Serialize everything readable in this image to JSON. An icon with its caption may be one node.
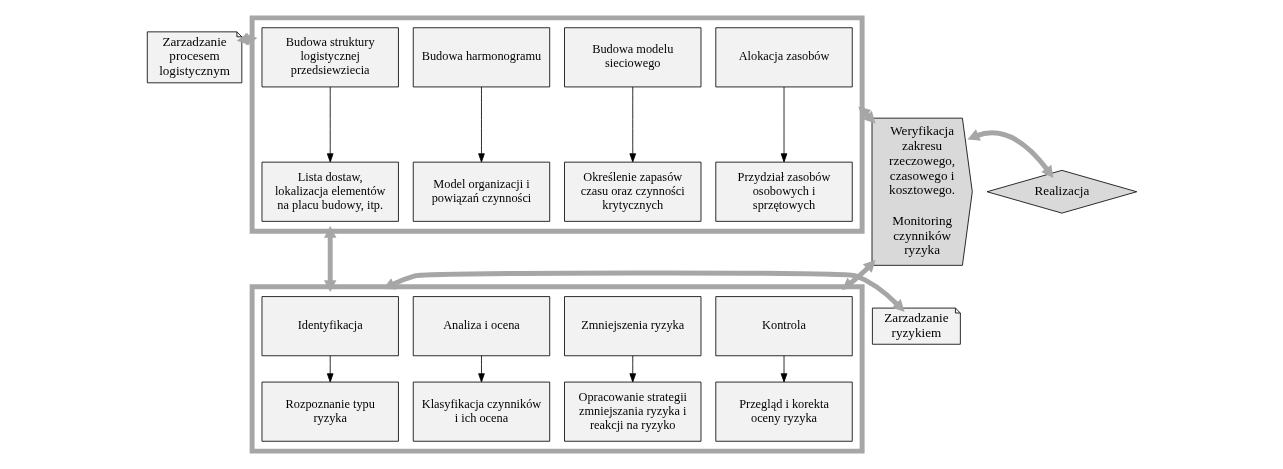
{
  "diagram": {
    "nodes": [
      {
        "text": [
          "Zarzadzanie procesem logistycznym"
        ]
      },
      {
        "text": [],
        "shape": "box"
      },
      {
        "text": [
          "Budowa struktury logistycznej przedsiewziecia"
        ],
        "in": 1
      },
      {
        "text": [
          "Budowa harmonogramu"
        ],
        "in": 1
      },
      {
        "text": [
          "Budowa modelu sieciowego"
        ],
        "in": 1
      },
      {
        "text": [
          "Alokacja zasobów"
        ],
        "in": 1
      },
      {
        "text": [
          "Lista dostaw, lokalizacja elementów na placu budowy, itp."
        ],
        "in": 1
      },
      {
        "text": [
          "Model organizacji i powiązań czynności"
        ],
        "in": 1
      },
      {
        "text": [
          "Określenie zapasów czasu oraz czynności krytycznych"
        ],
        "in": 1
      },
      {
        "text": [
          "Przydział zasobów osobowych i sprzętowych"
        ],
        "in": 1
      },
      {
        "text": [
          "Zarzadzanie ryzykiem"
        ]
      },
      {
        "text": [],
        "shape": "box"
      },
      {
        "text": [
          "Identyfikacja"
        ],
        "in": 11
      },
      {
        "text": [
          "Analiza i ocena"
        ],
        "in": 11
      },
      {
        "text": [
          "Zmniejszenia ryzyka"
        ],
        "in": 11
      },
      {
        "text": [
          "Kontrola"
        ],
        "in": 11
      },
      {
        "text": [
          "Rozpoznanie typu ryzyka"
        ],
        "in": 11
      },
      {
        "text": [
          "Klasyfikacja czynników i ich ocena"
        ],
        "in": 11
      },
      {
        "text": [
          "Opracowanie strategii zmniejszania ryzyka i reakcji na ryzyko"
        ],
        "in": 11
      },
      {
        "text": [
          "Przegląd i korekta oceny ryzyka"
        ],
        "in": 11
      },
      {
        "text": [
          "Weryfikacja zakresu rzeczowego, czasowego i kosztowego.",
          "Monitoring czynników ryzyka"
        ]
      },
      {
        "text": [
          "Realizacja"
        ]
      }
    ],
    "edges": [
      {
        "from": 0,
        "to": 1,
        "arrow": "both",
        "style": "thick",
        "color": "#a6a6a6"
      },
      {
        "from": 2,
        "to": 6,
        "arrow": "to"
      },
      {
        "from": 3,
        "to": 7,
        "arrow": "to"
      },
      {
        "from": 4,
        "to": 8,
        "arrow": "to"
      },
      {
        "from": 5,
        "to": 9,
        "arrow": "to"
      },
      {
        "from": 1,
        "to": 11,
        "arrow": "both",
        "style": "thick",
        "color": "#a6a6a6"
      },
      {
        "from": 1,
        "to": 20,
        "arrow": "both",
        "style": "thick",
        "color": "#a6a6a6"
      },
      {
        "from": 10,
        "to": 11,
        "arrow": "both",
        "style": "thick",
        "color": "#a6a6a6"
      },
      {
        "from": 12,
        "to": 16,
        "arrow": "to"
      },
      {
        "from": 13,
        "to": 17,
        "arrow": "to"
      },
      {
        "from": 14,
        "to": 18,
        "arrow": "to"
      },
      {
        "from": 15,
        "to": 19,
        "arrow": "to"
      },
      {
        "from": 11,
        "to": 20,
        "arrow": "both",
        "style": "thick",
        "color": "#a6a6a6"
      },
      {
        "from": 20,
        "to": 21,
        "arrow": "both",
        "style": "thick",
        "color": "#a6a6a6"
      }
    ]
  }
}
